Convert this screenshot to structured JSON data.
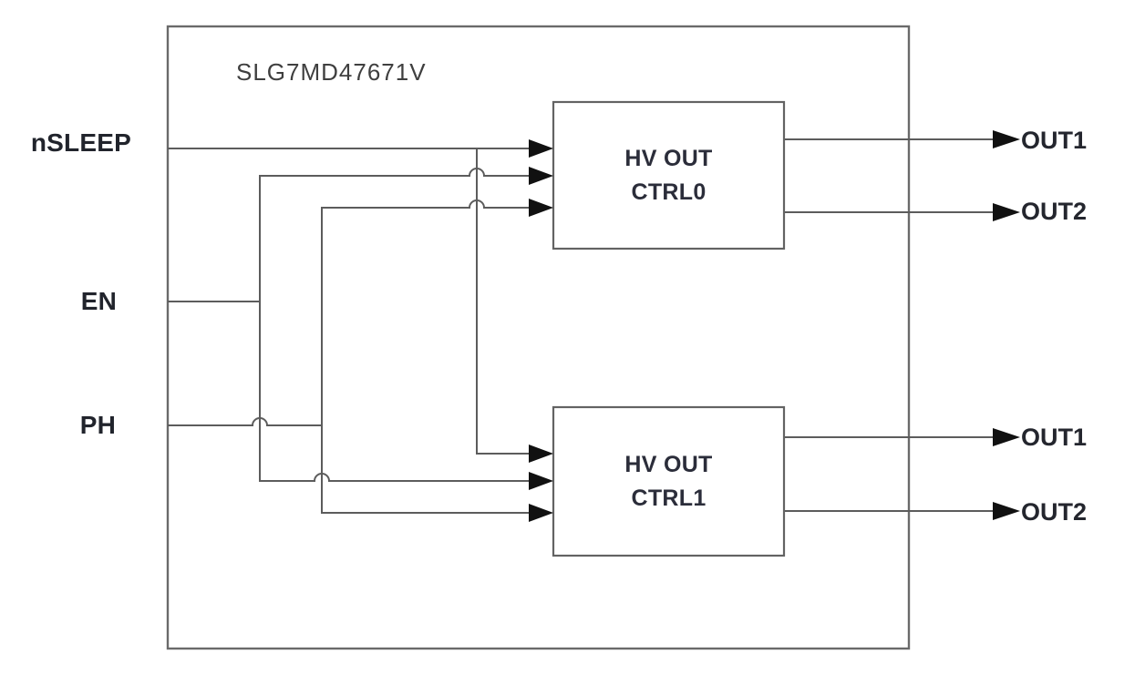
{
  "diagram": {
    "chip_label": "SLG7MD47671V",
    "inputs": [
      {
        "label": "nSLEEP"
      },
      {
        "label": "EN"
      },
      {
        "label": "PH"
      }
    ],
    "blocks": [
      {
        "line1": "HV OUT",
        "line2": "CTRL0"
      },
      {
        "line1": "HV OUT",
        "line2": "CTRL1"
      }
    ],
    "top_outputs": [
      {
        "label": "OUT1"
      },
      {
        "label": "OUT2"
      }
    ],
    "bottom_outputs": [
      {
        "label": "OUT1"
      },
      {
        "label": "OUT2"
      }
    ],
    "colors": {
      "wire": "#5c5c5c",
      "box_border": "#6a6a6a",
      "block_border": "#636363",
      "arrow": "#111111",
      "label_text": "#21242c",
      "block_text": "#2b2d3a",
      "title_text": "#3f3f3f",
      "background": "#ffffff"
    }
  }
}
